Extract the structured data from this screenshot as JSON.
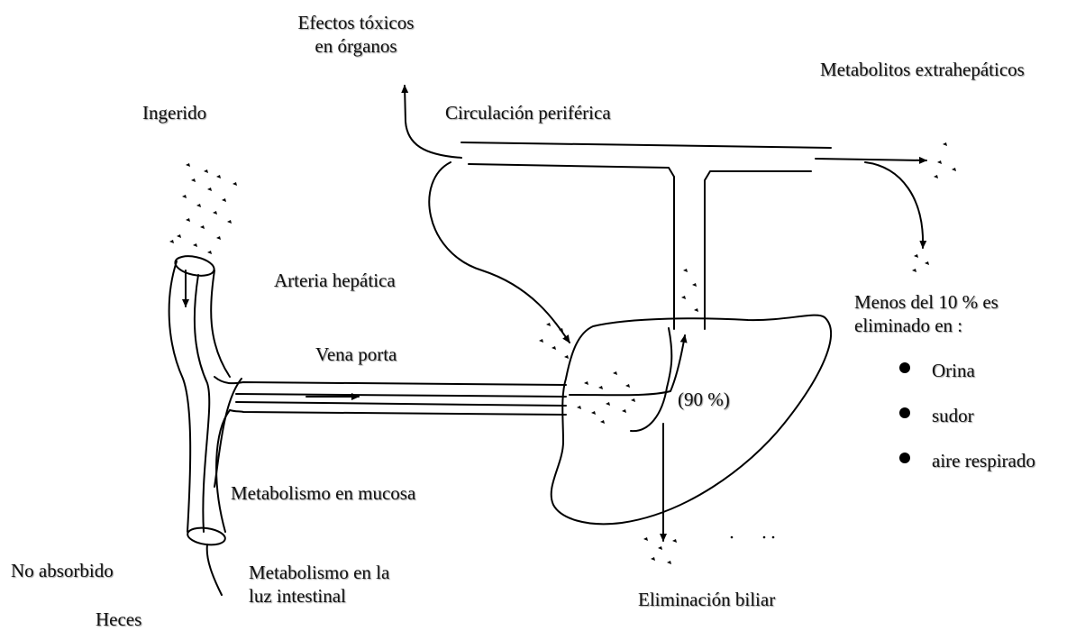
{
  "labels": {
    "efectos_toxicos": "Efectos tóxicos\nen órganos",
    "metabolitos_extrahepaticos": "Metabolitos extrahepáticos",
    "ingerido": "Ingerido",
    "circulacion_periferica": "Circulación periférica",
    "arteria_hepatica": "Arteria hepática",
    "menos_10": "Menos del 10 % es\neliminado en :",
    "vena_porta": "Vena porta",
    "noventa": "(90 %)",
    "metabolismo_mucosa": "Metabolismo en mucosa",
    "no_absorbido": "No absorbido",
    "metabolismo_luz": "Metabolismo en la\nluz intestinal",
    "eliminacion_biliar": "Eliminación biliar",
    "heces": "Heces"
  },
  "eliminacion_vias": [
    "Orina",
    "sudor",
    "aire respirado"
  ]
}
